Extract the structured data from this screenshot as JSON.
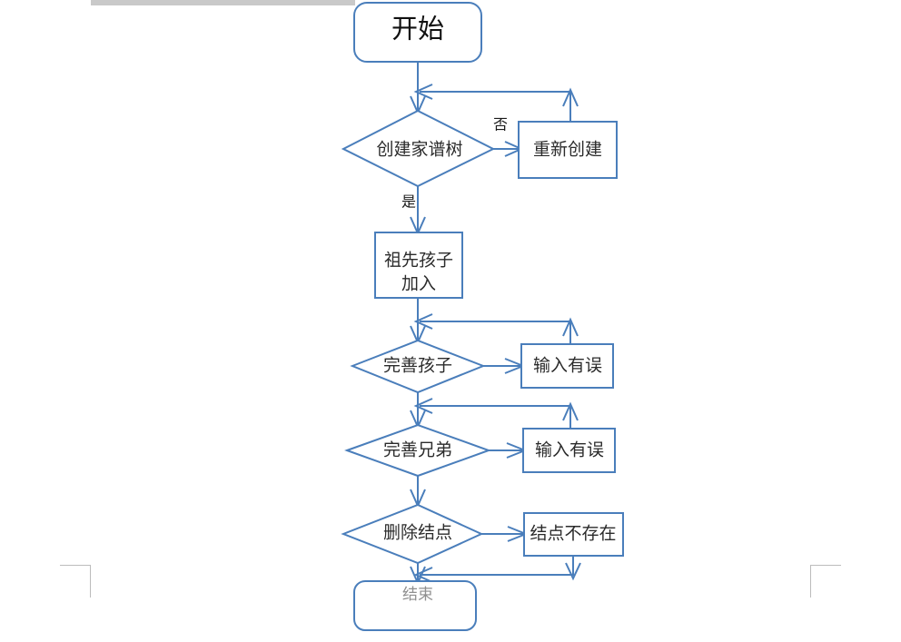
{
  "document": {
    "type": "flowchart",
    "language": "zh-CN",
    "page_background": "#ffffff",
    "accent_color": "#4a7ebb",
    "ruler_color": "#c9c9c9",
    "margin_mark_color": "#bcbcbc"
  },
  "nodes": {
    "start": {
      "label": "开始",
      "shape": "rounded-terminator"
    },
    "decision_create_tree": {
      "label": "创建家谱树",
      "shape": "diamond"
    },
    "recreate": {
      "label": "重新创建",
      "shape": "rectangle"
    },
    "ancestor_child_add": {
      "label": "祖先孩子\n加入",
      "line1": "祖先孩子",
      "line2": "加入",
      "shape": "rectangle"
    },
    "decision_perfect_child": {
      "label": "完善孩子",
      "shape": "diamond"
    },
    "input_error_child": {
      "label": "输入有误",
      "shape": "rectangle"
    },
    "decision_perfect_sibling": {
      "label": "完善兄弟",
      "shape": "diamond"
    },
    "input_error_sibling": {
      "label": "输入有误",
      "shape": "rectangle"
    },
    "decision_delete_node": {
      "label": "删除结点",
      "shape": "diamond"
    },
    "node_not_exist": {
      "label": "结点不存在",
      "shape": "rectangle"
    },
    "end": {
      "label": "结束",
      "shape": "rounded-terminator"
    }
  },
  "edge_labels": {
    "no_branch": "否",
    "yes_branch": "是"
  },
  "edges": [
    {
      "from": "start",
      "to": "decision_create_tree",
      "label": ""
    },
    {
      "from": "decision_create_tree",
      "to": "recreate",
      "label": "否"
    },
    {
      "from": "recreate",
      "to": "decision_create_tree",
      "label": ""
    },
    {
      "from": "decision_create_tree",
      "to": "ancestor_child_add",
      "label": "是"
    },
    {
      "from": "ancestor_child_add",
      "to": "decision_perfect_child",
      "label": ""
    },
    {
      "from": "decision_perfect_child",
      "to": "input_error_child",
      "label": ""
    },
    {
      "from": "input_error_child",
      "to": "decision_perfect_child",
      "label": ""
    },
    {
      "from": "decision_perfect_child",
      "to": "decision_perfect_sibling",
      "label": ""
    },
    {
      "from": "decision_perfect_sibling",
      "to": "input_error_sibling",
      "label": ""
    },
    {
      "from": "input_error_sibling",
      "to": "decision_perfect_sibling",
      "label": ""
    },
    {
      "from": "decision_perfect_sibling",
      "to": "decision_delete_node",
      "label": ""
    },
    {
      "from": "decision_delete_node",
      "to": "node_not_exist",
      "label": ""
    },
    {
      "from": "node_not_exist",
      "to": "end",
      "label": ""
    },
    {
      "from": "decision_delete_node",
      "to": "end",
      "label": ""
    }
  ]
}
